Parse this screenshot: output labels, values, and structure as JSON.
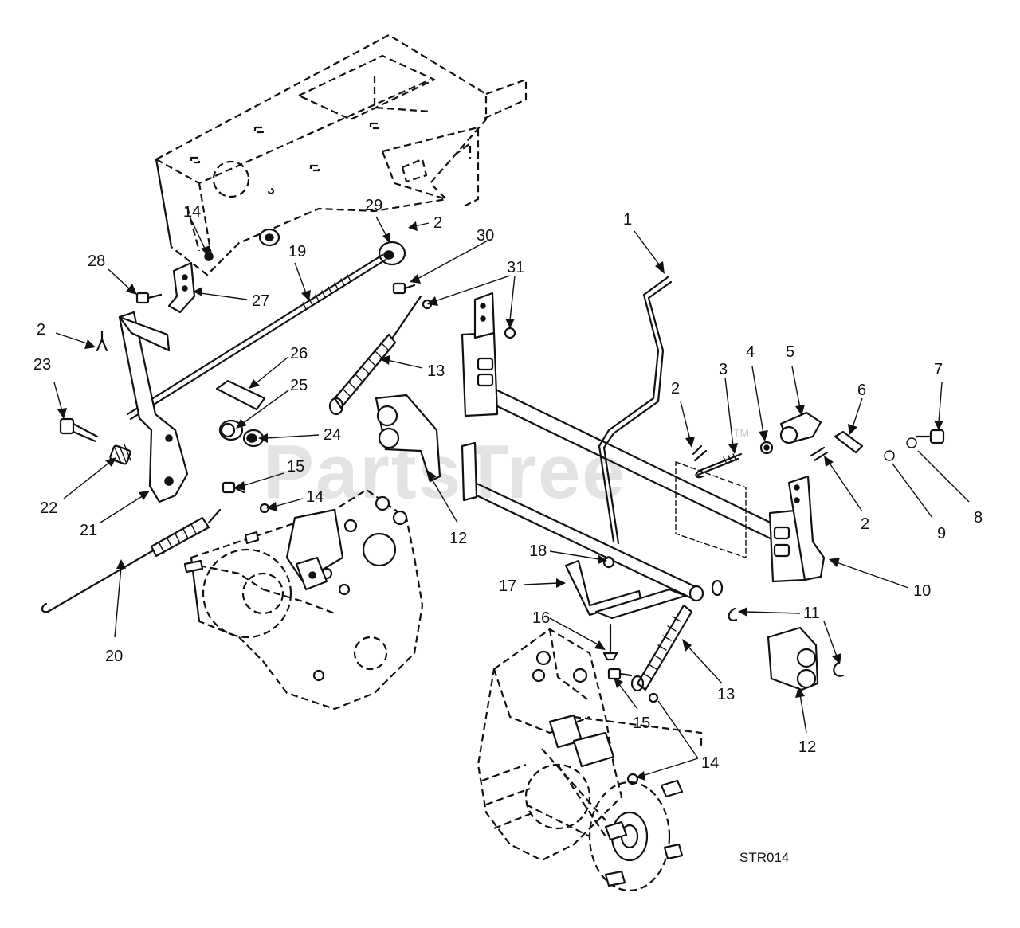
{
  "watermark": {
    "text": "PartsTree",
    "trademark": "TM"
  },
  "drawing_code": "STR014",
  "callouts": [
    {
      "id": "c1",
      "label": "1"
    },
    {
      "id": "c2a",
      "label": "2"
    },
    {
      "id": "c2b",
      "label": "2"
    },
    {
      "id": "c2c",
      "label": "2"
    },
    {
      "id": "c2d",
      "label": "2"
    },
    {
      "id": "c3",
      "label": "3"
    },
    {
      "id": "c4",
      "label": "4"
    },
    {
      "id": "c5",
      "label": "5"
    },
    {
      "id": "c6",
      "label": "6"
    },
    {
      "id": "c7",
      "label": "7"
    },
    {
      "id": "c8",
      "label": "8"
    },
    {
      "id": "c9",
      "label": "9"
    },
    {
      "id": "c10",
      "label": "10"
    },
    {
      "id": "c11",
      "label": "11"
    },
    {
      "id": "c12a",
      "label": "12"
    },
    {
      "id": "c12b",
      "label": "12"
    },
    {
      "id": "c13a",
      "label": "13"
    },
    {
      "id": "c13b",
      "label": "13"
    },
    {
      "id": "c14a",
      "label": "14"
    },
    {
      "id": "c14b",
      "label": "14"
    },
    {
      "id": "c14c",
      "label": "14"
    },
    {
      "id": "c15a",
      "label": "15"
    },
    {
      "id": "c15b",
      "label": "15"
    },
    {
      "id": "c16",
      "label": "16"
    },
    {
      "id": "c17",
      "label": "17"
    },
    {
      "id": "c18",
      "label": "18"
    },
    {
      "id": "c19",
      "label": "19"
    },
    {
      "id": "c20",
      "label": "20"
    },
    {
      "id": "c21",
      "label": "21"
    },
    {
      "id": "c22",
      "label": "22"
    },
    {
      "id": "c23",
      "label": "23"
    },
    {
      "id": "c24",
      "label": "24"
    },
    {
      "id": "c25",
      "label": "25"
    },
    {
      "id": "c26",
      "label": "26"
    },
    {
      "id": "c27",
      "label": "27"
    },
    {
      "id": "c28",
      "label": "28"
    },
    {
      "id": "c29",
      "label": "29"
    },
    {
      "id": "c30",
      "label": "30"
    },
    {
      "id": "c31",
      "label": "31"
    }
  ]
}
